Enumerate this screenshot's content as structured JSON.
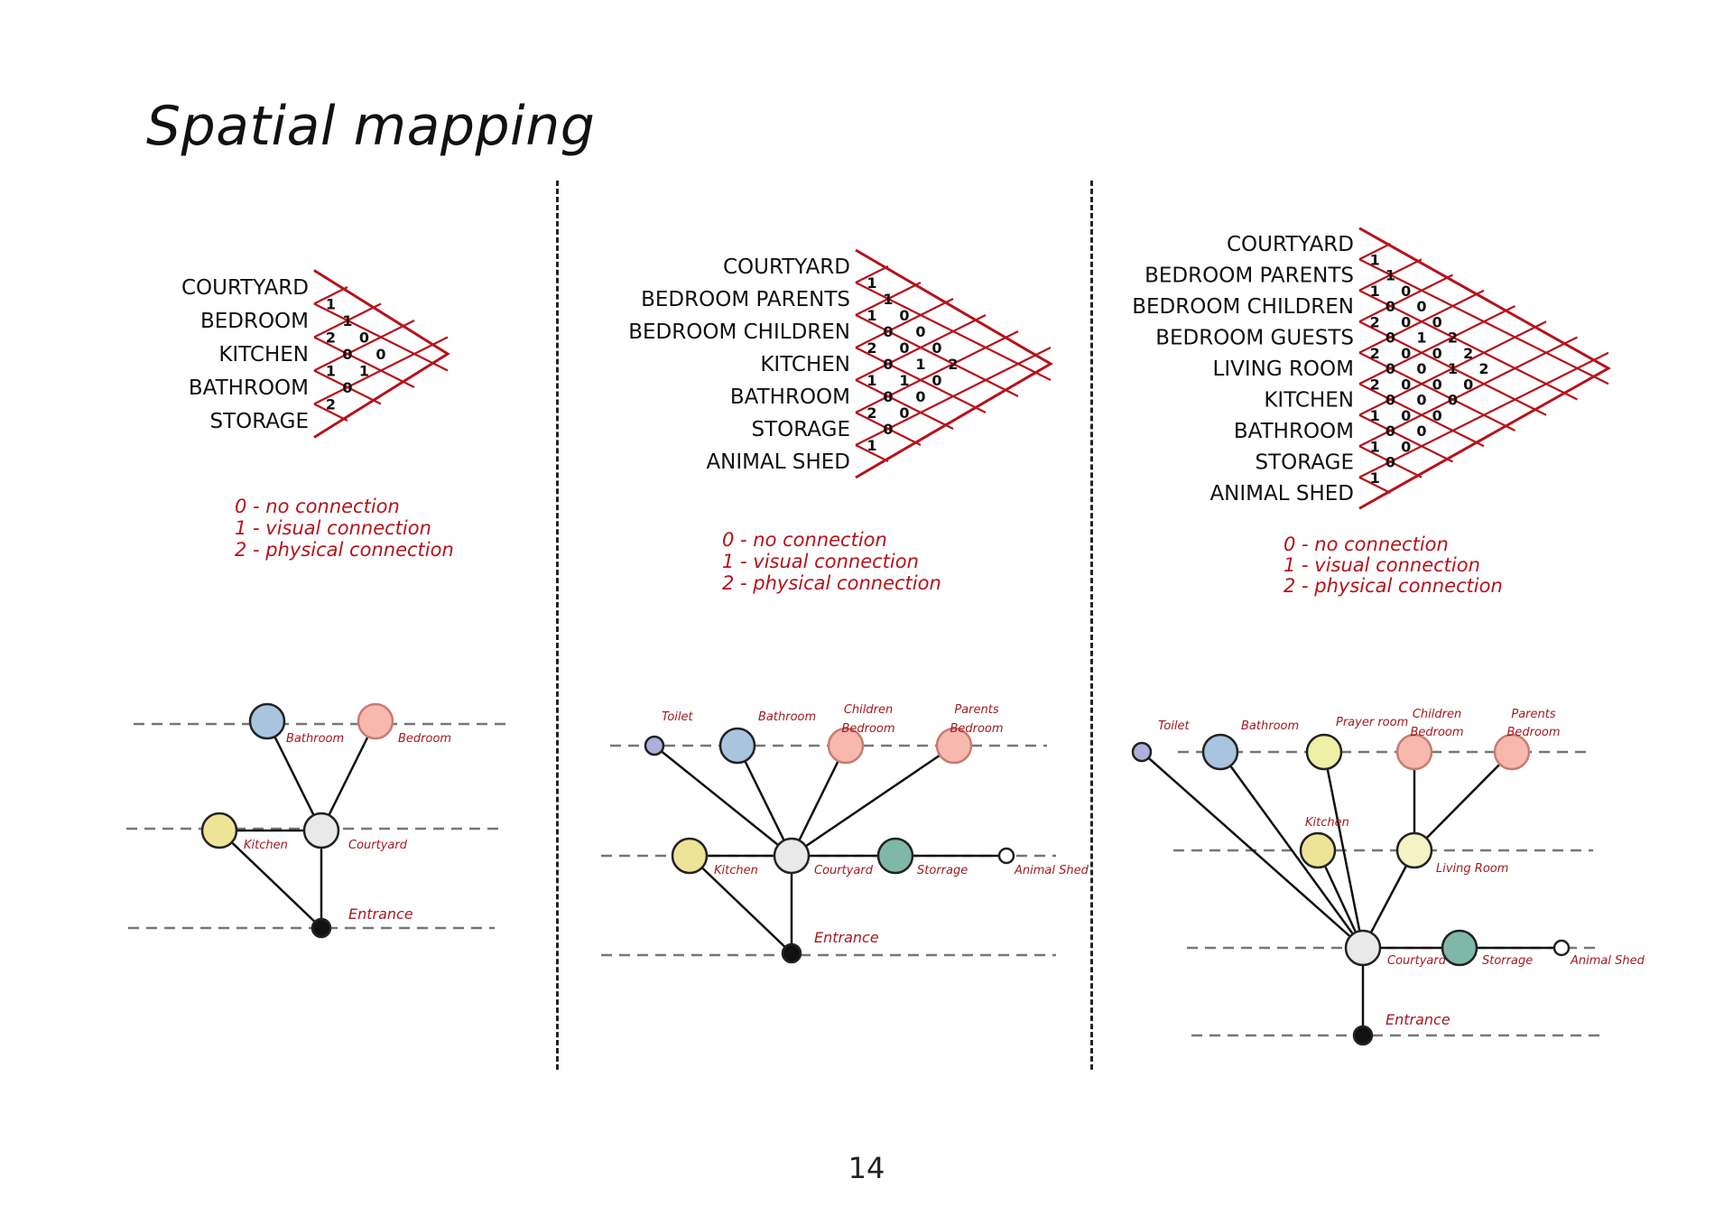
{
  "page": {
    "title": "Spatial mapping",
    "page_number": "14"
  },
  "colors": {
    "matrix_red": "#b5131b",
    "label_red": "#a31a22",
    "bathroom": "#a9c4df",
    "bedroom": "#f7b9ad",
    "kitchen": "#eee497",
    "courtyard": "#e9e9e9",
    "storage": "#7fb8a8",
    "toilet": "#aeb0dd",
    "prayer_room": "#eef0a6",
    "living_room": "#f5f2c5",
    "entrance": "#111111",
    "animal_shed": "#ffffff"
  },
  "panels": [
    {
      "matrix": {
        "rooms": [
          "COURTYARD",
          "BEDROOM",
          "KITCHEN",
          "BATHROOM",
          "STORAGE"
        ],
        "values": [
          [
            "1",
            "2",
            "1",
            "2"
          ],
          [
            "1",
            "0",
            "0"
          ],
          [
            "0",
            "1"
          ],
          [
            "0"
          ]
        ]
      },
      "legend": [
        "0 - no connection",
        "1 - visual connection",
        "2 - physical connection"
      ],
      "graph": {
        "nodes": [
          {
            "key": "bathroom",
            "label": "Bathroom",
            "color_key": "bathroom",
            "size": "large"
          },
          {
            "key": "bedroom",
            "label": "Bedroom",
            "color_key": "bedroom",
            "size": "large"
          },
          {
            "key": "kitchen",
            "label": "Kitchen",
            "color_key": "kitchen",
            "size": "large"
          },
          {
            "key": "courtyard",
            "label": "Courtyard",
            "color_key": "courtyard",
            "size": "large"
          },
          {
            "key": "entrance",
            "label": "Entrance",
            "color_key": "entrance",
            "size": "small"
          }
        ],
        "edges": [
          [
            "courtyard",
            "bathroom"
          ],
          [
            "courtyard",
            "bedroom"
          ],
          [
            "courtyard",
            "kitchen"
          ],
          [
            "courtyard",
            "entrance"
          ],
          [
            "kitchen",
            "entrance"
          ]
        ]
      }
    },
    {
      "matrix": {
        "rooms": [
          "COURTYARD",
          "BEDROOM PARENTS",
          "BEDROOM CHILDREN",
          "KITCHEN",
          "BATHROOM",
          "STORAGE",
          "ANIMAL SHED"
        ],
        "values": [
          [
            "1",
            "1",
            "2",
            "1",
            "2",
            "1"
          ],
          [
            "1",
            "0",
            "0",
            "0",
            "0"
          ],
          [
            "0",
            "0",
            "1",
            "0"
          ],
          [
            "0",
            "1",
            "0"
          ],
          [
            "0",
            "0"
          ],
          [
            "2"
          ]
        ]
      },
      "legend": [
        "0 - no connection",
        "1 - visual connection",
        "2 - physical connection"
      ],
      "graph": {
        "nodes": [
          {
            "key": "toilet",
            "label": "Toilet",
            "color_key": "toilet",
            "size": "small"
          },
          {
            "key": "bathroom",
            "label": "Bathroom",
            "color_key": "bathroom",
            "size": "large"
          },
          {
            "key": "children",
            "label": "Children Bedroom",
            "color_key": "bedroom",
            "size": "large"
          },
          {
            "key": "parents",
            "label": "Parents Bedroom",
            "color_key": "bedroom",
            "size": "large"
          },
          {
            "key": "kitchen",
            "label": "Kitchen",
            "color_key": "kitchen",
            "size": "large"
          },
          {
            "key": "courtyard",
            "label": "Courtyard",
            "color_key": "courtyard",
            "size": "large"
          },
          {
            "key": "storage",
            "label": "Storrage",
            "color_key": "storage",
            "size": "large"
          },
          {
            "key": "shed",
            "label": "Animal Shed",
            "color_key": "animal_shed",
            "size": "small"
          },
          {
            "key": "entrance",
            "label": "Entrance",
            "color_key": "entrance",
            "size": "small"
          }
        ],
        "edges": [
          [
            "courtyard",
            "toilet"
          ],
          [
            "courtyard",
            "bathroom"
          ],
          [
            "courtyard",
            "children"
          ],
          [
            "courtyard",
            "parents"
          ],
          [
            "courtyard",
            "kitchen"
          ],
          [
            "courtyard",
            "storage"
          ],
          [
            "storage",
            "shed"
          ],
          [
            "courtyard",
            "entrance"
          ],
          [
            "kitchen",
            "entrance"
          ]
        ]
      }
    },
    {
      "matrix": {
        "rooms": [
          "COURTYARD",
          "BEDROOM PARENTS",
          "BEDROOM CHILDREN",
          "BEDROOM GUESTS",
          "LIVING ROOM",
          "KITCHEN",
          "BATHROOM",
          "STORAGE",
          "ANIMAL SHED"
        ],
        "values": [
          [
            "1",
            "1",
            "2",
            "2",
            "2",
            "1",
            "1",
            "1"
          ],
          [
            "1",
            "0",
            "0",
            "0",
            "0",
            "0",
            "0"
          ],
          [
            "0",
            "0",
            "0",
            "0",
            "0",
            "0"
          ],
          [
            "0",
            "1",
            "0",
            "0",
            "0"
          ],
          [
            "0",
            "0",
            "0",
            "0"
          ],
          [
            "2",
            "1",
            "0"
          ],
          [
            "2",
            "0"
          ],
          [
            "2"
          ]
        ]
      },
      "legend": [
        "0 - no connection",
        "1 - visual connection",
        "2 - physical connection"
      ],
      "graph": {
        "nodes": [
          {
            "key": "toilet",
            "label": "Toilet",
            "color_key": "toilet",
            "size": "small"
          },
          {
            "key": "bathroom",
            "label": "Bathroom",
            "color_key": "bathroom",
            "size": "large"
          },
          {
            "key": "prayer",
            "label": "Prayer room",
            "color_key": "prayer_room",
            "size": "large"
          },
          {
            "key": "children",
            "label": "Children Bedroom",
            "color_key": "bedroom",
            "size": "large"
          },
          {
            "key": "parents",
            "label": "Parents Bedroom",
            "color_key": "bedroom",
            "size": "large"
          },
          {
            "key": "kitchen",
            "label": "Kitchen",
            "color_key": "kitchen",
            "size": "large"
          },
          {
            "key": "living",
            "label": "Living Room",
            "color_key": "living_room",
            "size": "large"
          },
          {
            "key": "courtyard",
            "label": "Courtyard",
            "color_key": "courtyard",
            "size": "large"
          },
          {
            "key": "storage",
            "label": "Storrage",
            "color_key": "storage",
            "size": "large"
          },
          {
            "key": "shed",
            "label": "Animal Shed",
            "color_key": "animal_shed",
            "size": "small"
          },
          {
            "key": "entrance",
            "label": "Entrance",
            "color_key": "entrance",
            "size": "small"
          }
        ],
        "edges": [
          [
            "courtyard",
            "toilet"
          ],
          [
            "courtyard",
            "bathroom"
          ],
          [
            "courtyard",
            "prayer"
          ],
          [
            "courtyard",
            "kitchen"
          ],
          [
            "courtyard",
            "living"
          ],
          [
            "living",
            "children"
          ],
          [
            "living",
            "parents"
          ],
          [
            "courtyard",
            "storage"
          ],
          [
            "storage",
            "shed"
          ],
          [
            "courtyard",
            "entrance"
          ]
        ]
      }
    }
  ]
}
